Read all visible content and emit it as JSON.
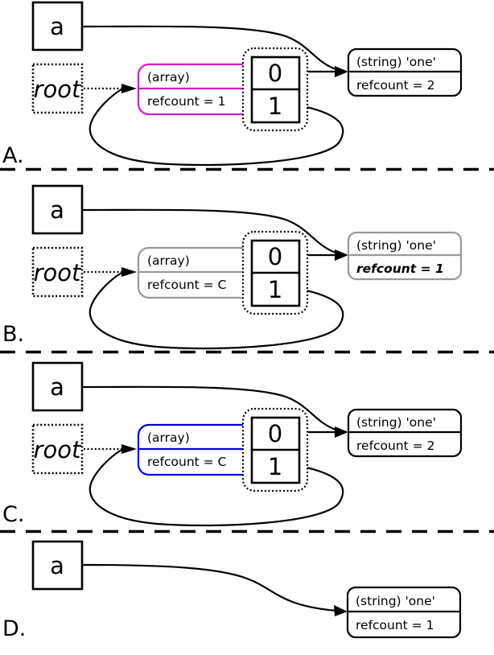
{
  "figure_title": "reference-counting-states-diagram",
  "panels": [
    {
      "label": "A.",
      "a_label": "a",
      "root_label": "root",
      "array": {
        "title": "(array)",
        "refcount": "refcount = 1",
        "color": "#cc22cc"
      },
      "cells": {
        "c0": "0",
        "c1": "1"
      },
      "string": {
        "title": "(string) 'one'",
        "refcount": "refcount = 2",
        "color": "#000000"
      }
    },
    {
      "label": "B.",
      "a_label": "a",
      "root_label": "root",
      "array": {
        "title": "(array)",
        "refcount": "refcount = C",
        "color": "#999999"
      },
      "cells": {
        "c0": "0",
        "c1": "1"
      },
      "string": {
        "title": "(string) 'one'",
        "refcount": "refcount = 1",
        "color": "#999999"
      }
    },
    {
      "label": "C.",
      "a_label": "a",
      "root_label": "root",
      "array": {
        "title": "(array)",
        "refcount": "refcount = C",
        "color": "#0000dd"
      },
      "cells": {
        "c0": "0",
        "c1": "1"
      },
      "string": {
        "title": "(string) 'one'",
        "refcount": "refcount = 2",
        "color": "#000000"
      }
    },
    {
      "label": "D.",
      "a_label": "a",
      "string": {
        "title": "(string) 'one'",
        "refcount": "refcount = 1",
        "color": "#000000"
      }
    }
  ]
}
